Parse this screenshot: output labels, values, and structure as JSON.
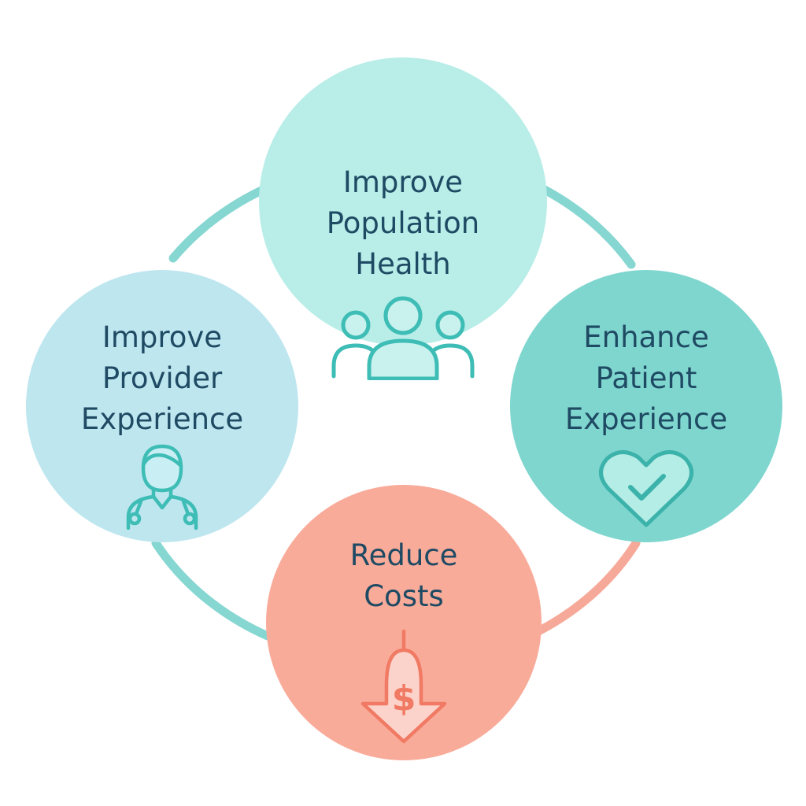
{
  "colors": {
    "ring_teal": "#86d6d2",
    "ring_coral": "#f7a999",
    "text": "#1f4a63",
    "population_fill": "#b8ede8",
    "provider_fill": "#bde6ef",
    "patient_fill": "#7fd6cf",
    "costs_fill": "#f9ab9a",
    "teal_icon": "#3dbdb5",
    "coral_icon": "#f07a63"
  },
  "nodes": {
    "population": {
      "label": "Improve\nPopulation\nHealth",
      "icon": "people-group-icon"
    },
    "provider": {
      "label": "Improve\nProvider\nExperience",
      "icon": "doctor-icon"
    },
    "patient": {
      "label": "Enhance\nPatient\nExperience",
      "icon": "heart-check-icon"
    },
    "costs": {
      "label": "Reduce\nCosts",
      "icon": "dollar-down-arrow-icon"
    }
  }
}
